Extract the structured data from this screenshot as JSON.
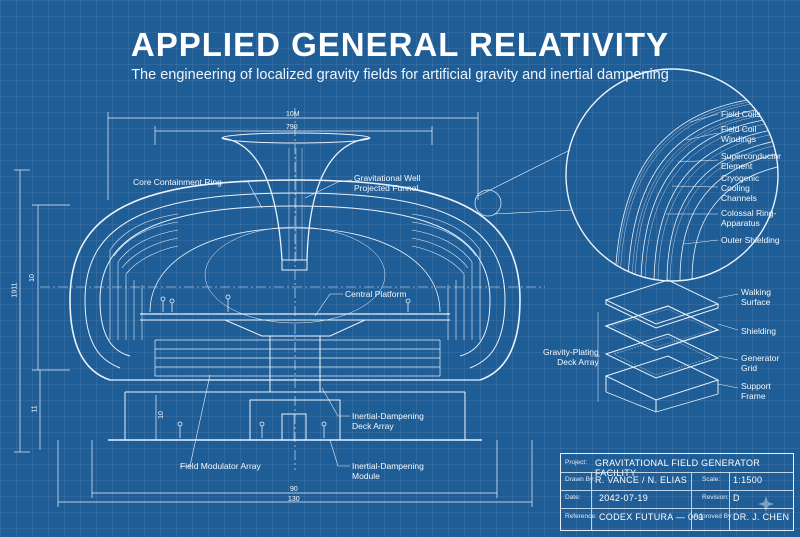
{
  "title": "APPLIED GENERAL RELATIVITY",
  "subtitle": "The engineering of localized gravity fields for artificial gravity and inertial dampening",
  "dimensions": {
    "top_outer": "10M",
    "top_inner": "790",
    "bottom_inner": "90",
    "bottom_outer": "130",
    "left_tall": "1911",
    "left_mid": "10",
    "left_low": "11",
    "inner_small": "10"
  },
  "labels": {
    "core_ring": "Core Containment Ring",
    "grav_well": "Gravitational Well\nProjected Funnel",
    "central_platform": "Central Platform",
    "damp_deck": "Inertial-Dampening\nDeck Array",
    "field_mod": "Field Modulator Array",
    "damp_module": "Inertial-Dampening\nModule",
    "grav_plating": "Gravity-Plating\nDeck Array"
  },
  "detail_labels": [
    "Field Coils",
    "Field Coil\nWindings",
    "Superconductor\nElement",
    "Cryogenic\nCooling\nChannels",
    "Colossal Ring-\nApparatus",
    "Outer Shielding"
  ],
  "layer_labels": [
    "Walking\nSurface",
    "Shielding",
    "Generator\nGrid",
    "Support\nFrame"
  ],
  "title_block": {
    "project_key": "Project:",
    "project": "GRAVITATIONAL FIELD GENERATOR FACILITY",
    "drawn_key": "Drawn By:",
    "drawn": "R. VANCE / N. ELIAS",
    "scale_key": "Scale:",
    "scale": "1:1500",
    "date_key": "Date:",
    "date": "2042-07-19",
    "revision_key": "Revision:",
    "revision": "D",
    "reference_key": "Reference:",
    "reference": "CODEX FUTURA — 001",
    "approved_key": "Approved By:",
    "approved": "DR. J. CHEN"
  },
  "colors": {
    "background": "#1f5d97",
    "line": "#e9f2fb"
  }
}
